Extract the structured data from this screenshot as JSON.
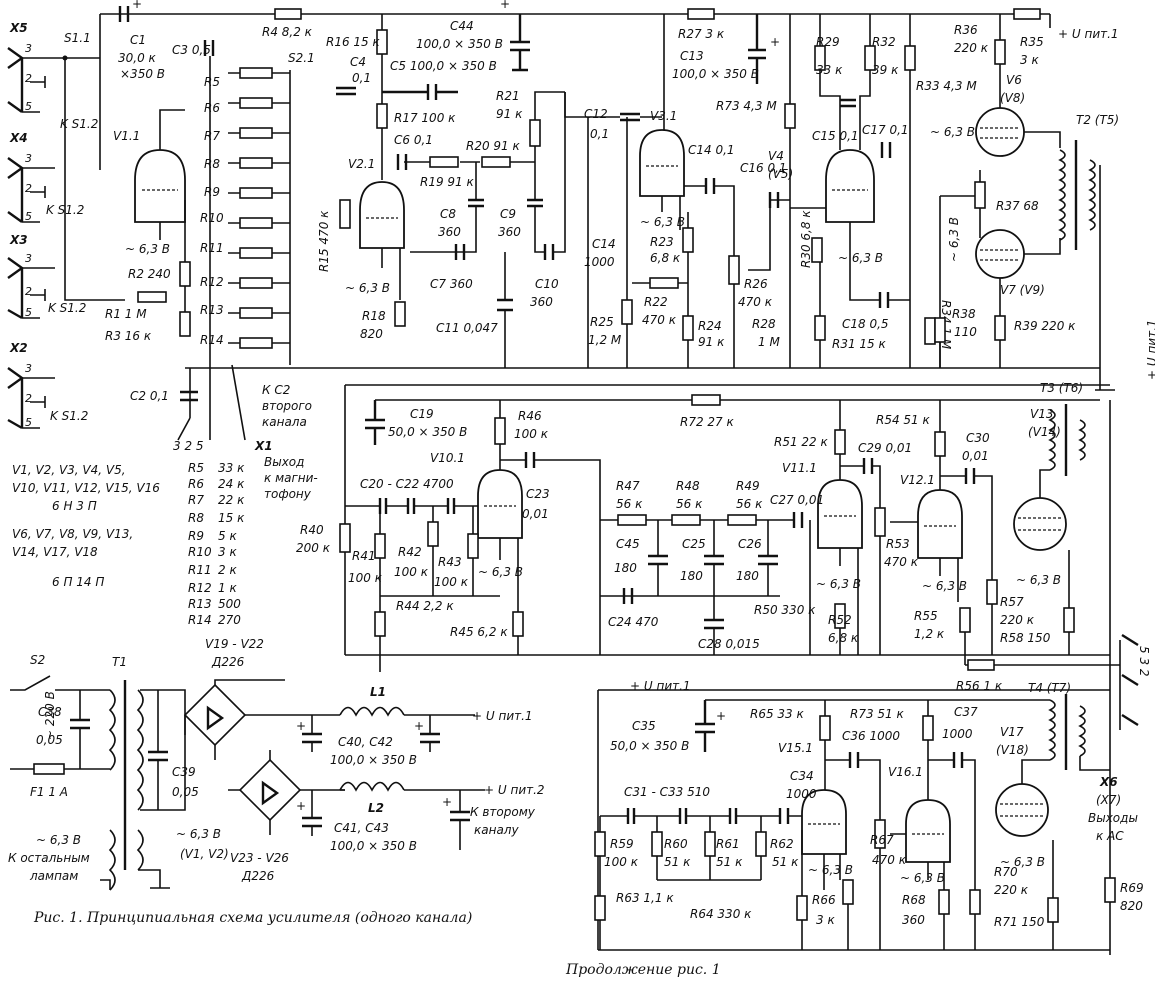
{
  "caption": {
    "main": "Рис. 1. Принципиальная схема усилителя (одного канала)",
    "cont": "Продолжение рис. 1"
  },
  "inputs": [
    {
      "id": "x5",
      "label": "X5",
      "pins": [
        "3",
        "2",
        "5"
      ],
      "switch": "S1.1"
    },
    {
      "id": "x4",
      "label": "X4",
      "pins": [
        "3",
        "2",
        "5"
      ],
      "switch": "K S1.2"
    },
    {
      "id": "x3",
      "label": "X3",
      "pins": [
        "3",
        "2",
        "5"
      ],
      "switch": "K S1.2"
    },
    {
      "id": "x2",
      "label": "X2",
      "pins": [
        "3",
        "2",
        "5"
      ],
      "switch": "K S1.2"
    }
  ],
  "input_extra": {
    "ks1": "K S1.2",
    "ks1b": "K S1.2",
    "ks1c": "K S1.2",
    "ks1d": "K S1.2"
  },
  "tube_list": {
    "l1": "V1, V2, V3, V4, V5,",
    "l2": "V10, V11, V12, V15, V16",
    "l3": "6 Н 3 П",
    "l4": "V6, V7, V8, V9, V13,",
    "l5": "V14, V17, V18",
    "l6": "6 П 14 П"
  },
  "resistor_table": [
    {
      "name": "R5",
      "value": "33 к"
    },
    {
      "name": "R6",
      "value": "24 к"
    },
    {
      "name": "R7",
      "value": "22 к"
    },
    {
      "name": "R8",
      "value": "15 к"
    },
    {
      "name": "R9",
      "value": "5 к"
    },
    {
      "name": "R10",
      "value": "3 к"
    },
    {
      "name": "R11",
      "value": "2 к"
    },
    {
      "name": "R12",
      "value": "1 к"
    },
    {
      "name": "R13",
      "value": "500"
    },
    {
      "name": "R14",
      "value": "270"
    }
  ],
  "diodes": [
    {
      "name": "V19 - V22",
      "type": "Д226"
    },
    {
      "name": "V23 - V26",
      "type": "Д226"
    }
  ],
  "labels": {
    "c1": "C1",
    "c1v": "30,0 к",
    "c1v2": "×350 В",
    "r4": "R4  8,2 к",
    "r16": "R16 15 к",
    "c44": "C44",
    "c44v": "100,0 × 350 В",
    "c3": "C3  0,5",
    "s21": "S2.1",
    "c4": "C4",
    "c4v": "0,1",
    "c5": "C5  100,0 × 350 В",
    "r17": "R17  100 к",
    "c6": "C6  0,1",
    "v11": "V1.1",
    "v21": "V2.1",
    "r2": "R2  240",
    "r1": "R1  1 М",
    "r3": "R3  16 к",
    "h63a": "~ 6,3 В",
    "r15": "R15  470 к",
    "h63b": "~ 6,3 В",
    "r18": "R18",
    "r18v": "820",
    "r19": "R19  91 к",
    "r20": "R20  91 к",
    "r21": "R21",
    "r21v": "91 к",
    "c8": "C8",
    "c8v": "360",
    "c9": "C9",
    "c9v": "360",
    "c7": "C7  360",
    "c10": "C10",
    "c10v": "360",
    "c11": "C11  0,047",
    "c2": "C2  0,1",
    "x1": "X1",
    "x1p": "3   2   5",
    "kc2": "К C2",
    "kc2b": "второго",
    "kc2c": "канала",
    "vyh": "Выход",
    "vyh2": "к магни-",
    "vyh3": "тофону",
    "r27": "R27  3 к",
    "c13": "C13",
    "c13v": "100,0 × 350 В",
    "c12": "C12",
    "c12v": "0,1",
    "v31": "V3.1",
    "c14": "C14  0,1",
    "h63c": "~ 6,3 В",
    "r23": "R23",
    "r23v": "6,8 к",
    "c14b": "C14",
    "c14bv": "1000",
    "r22": "R22",
    "r22v": "470 к",
    "r25": "R25",
    "r25v": "1,2 М",
    "r24": "R24",
    "r24v": "91 к",
    "c16": "C16  0,1",
    "r26": "R26",
    "r26v": "470 к",
    "r28": "R28",
    "r28v": "1 М",
    "r73": "R73 4,3 М",
    "r29": "R29",
    "r29v": "33 к",
    "r30": "R30  6,8 к",
    "v4": "V4",
    "v5": "(V5)",
    "h63d": "~ 6,3 В",
    "c18": "C18  0,5",
    "r31": "R31  15 к",
    "r32": "R32",
    "r32v": "39 к",
    "r33": "R33  4,3 М",
    "c15": "C15  0,1",
    "c17": "C17  0,1",
    "r34": "R34  1 М",
    "r36": "R36",
    "r36v": "220 к",
    "r35": "R35",
    "r35v": "3 к",
    "upit1": "+ U пит.1",
    "v6": "V6",
    "v8": "(V8)",
    "h63e": "~ 6,3 В",
    "h63f": "~ 6,3 В",
    "r37": "R37  68",
    "t2": "T2 (T5)",
    "v7": "V7 (V9)",
    "r38": "R38",
    "r38v": "110",
    "r39": "R39  220 к",
    "upit1r": "+ U пит.1",
    "t3": "T3 (T6)",
    "c19": "C19",
    "c19v": "50,0 × 350 В",
    "r46": "R46",
    "r46v": "100 к",
    "r72": "R72  27 к",
    "v101": "V10.1",
    "c2022": "C20 - C22   4700",
    "r40": "R40",
    "r40v": "200 к",
    "r41": "R41",
    "r41v": "100 к",
    "r42": "R42",
    "r42v": "100 к",
    "r43": "R43",
    "r43v": "100 к",
    "h63g": "~ 6,3 В",
    "c23": "C23",
    "c23v": "0,01",
    "r44": "R44  2,2 к",
    "r45": "R45  6,2 к",
    "r47": "R47",
    "r47v": "56 к",
    "r48": "R48",
    "r48v": "56 к",
    "r49": "R49",
    "r49v": "56 к",
    "c27": "C27  0,01",
    "c45": "C45",
    "c45v": "180",
    "c25": "C25",
    "c25v": "180",
    "c26": "C26",
    "c26v": "180",
    "c24": "C24  470",
    "c28": "C28  0,015",
    "r50": "R50  330 к",
    "r52": "R52",
    "r52v": "6,8 к",
    "r51": "R51  22 к",
    "v111": "V11.1",
    "c29": "C29  0,01",
    "h63h": "~ 6,3 В",
    "r53": "R53",
    "r53v": "470 к",
    "r54": "R54  51 к",
    "v121": "V12.1",
    "c30": "C30",
    "c30v": "0,01",
    "h63i": "~ 6,3 В",
    "r55": "R55",
    "r55v": "1,2 к",
    "v13": "V13",
    "v14": "(V14)",
    "h63j": "~ 6,3 В",
    "r57": "R57",
    "r57v": "220 к",
    "r58": "R58  150",
    "r56": "R56  1 к",
    "s2": "S2",
    "t1": "T1",
    "v220": "~ 220 В",
    "c38": "C38",
    "c38v": "0,05",
    "f1": "F1   1 А",
    "c39": "C39",
    "c39v": "0,05",
    "h63k": "~ 6,3 В",
    "h63kv": "(V1, V2)",
    "h63l": "~ 6,3 В",
    "kost": "К остальным",
    "kost2": "лампам",
    "l1": "L1",
    "upit1p": "+ U пит.1",
    "c40": "C40, C42",
    "c40v": "100,0 × 350 В",
    "l2": "L2",
    "upit2": "+ U пит.2",
    "c41": "C41, C43",
    "c41v": "100,0 × 350 В",
    "kvt": "К второму",
    "kvt2": "каналу",
    "upit1d": "+ U пит.1",
    "c35": "C35",
    "c35v": "50,0 × 350 В",
    "r65": "R65  33 к",
    "r73b": "R73  51 к",
    "t4": "T4 (T7)",
    "c36": "C36  1000",
    "c37": "C37",
    "c37v": "1000",
    "v151": "V15.1",
    "v161": "V16.1",
    "c3133": "C31 - C33   510",
    "c34": "C34",
    "c34v": "1000",
    "r59": "R59",
    "r59v": "100 к",
    "r60": "R60",
    "r60v": "51 к",
    "r61": "R61",
    "r61v": "51 к",
    "r62": "R62",
    "r62v": "51 к",
    "h63m": "~ 6,3 В",
    "r67": "R67",
    "r67v": "470 к",
    "h63n": "~ 6,3 В",
    "v17": "V17",
    "v18": "(V18)",
    "h63o": "~ 6,3 В",
    "r63": "R63  1,1 к",
    "r64": "R64  330 к",
    "r66": "R66",
    "r66v": "3 к",
    "r68": "R68",
    "r68v": "360",
    "r70": "R70",
    "r70v": "220 к",
    "r71": "R71  150",
    "r69": "R69",
    "r69v": "820",
    "x6": "X6",
    "x7": "(X7)",
    "vyhas": "Выходы",
    "vyhas2": "к АС",
    "x6p": "5   3   2"
  }
}
